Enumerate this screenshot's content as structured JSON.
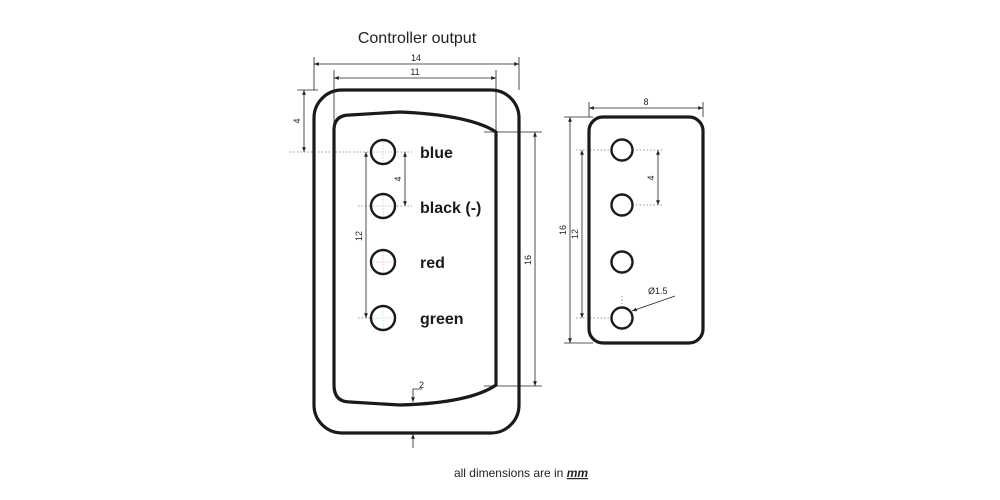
{
  "title": "Controller output",
  "footer": {
    "text": "all dimensions are in ",
    "unit": "mm"
  },
  "front": {
    "wires": [
      {
        "label": "blue",
        "color": "#2a2a8c"
      },
      {
        "label": "black (-)",
        "color": "#141414"
      },
      {
        "label": "red",
        "color": "#d0121b"
      },
      {
        "label": "green",
        "color": "#1a9c44"
      }
    ],
    "dims": {
      "outer_width": "14",
      "inner_width": "11",
      "top_offset": "4",
      "pin_pitch": "4",
      "pin_span": "12",
      "inner_height": "16",
      "bottom_gap": "2"
    }
  },
  "side": {
    "dims": {
      "width": "8",
      "outer_height": "16",
      "pin_span": "12",
      "pin_pitch": "4",
      "hole_diameter": "Ø1.5"
    }
  }
}
